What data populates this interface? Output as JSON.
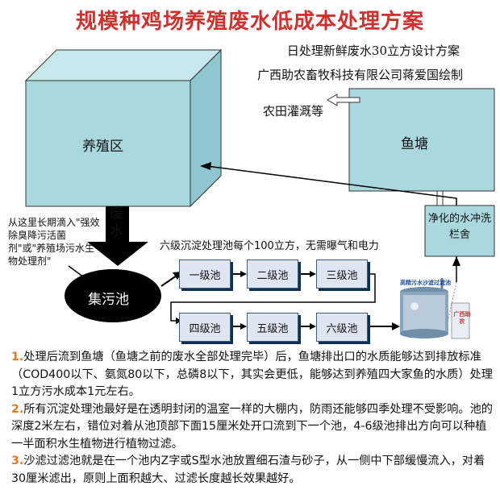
{
  "title": "规模种鸡场养殖废水低成本处理方案",
  "subtitle1": "日处理新鲜废水30立方设计方案",
  "subtitle2": "广西助农畜牧科技有限公司蒋爱国绘制",
  "farmland": "农田灌溉等",
  "breeding_area": "养殖区",
  "fish_pond": "鱼塘",
  "waste_water": "废水",
  "collection_pool": "集污池",
  "purified_water": "净化的水冲洗栏舍",
  "dosing_note": "从这里长期滴入\"强效除臭降污活菌剂\"或\"养殖场污水生物处理剂\"",
  "stage_note": "六级沉淀处理池每个100立方，无需曝气和电力",
  "pools": [
    "一级池",
    "二级池",
    "三级池",
    "四级池",
    "五级池",
    "六级池"
  ],
  "filter_label": "高精污水沙滤过滤池",
  "filter_brand": "广西助农",
  "colors": {
    "title": "#d0312d",
    "box": "#a9d8de",
    "accent": "#e07b20"
  },
  "notes": [
    {
      "num": "1.",
      "text": "处理后流到鱼塘（鱼塘之前的废水全部处理完毕）后，鱼塘排出口的水质能够达到排放标准（COD400以下、氨氮80以下，总磷8以下，其实会更低，能够达到养殖四大家鱼的水质）处理1立方污水成本1元左右。"
    },
    {
      "num": "2.",
      "text": "所有沉淀处理池最好是在透明封闭的温室一样的大棚内，防雨还能够四季处理不受影响。池的深度2米左右，错位对着从池顶部下面15厘米处开口流到下一个池，4-6级池排出方向可以种植一半面积水生植物进行植物过滤。"
    },
    {
      "num": "3.",
      "text": "沙滤过滤池就是在一个池内Z字或S型水池放置细石渣与砂子，从一侧中下部缓慢流入，对着30厘米滤出，原则上面积越大、过滤长度越长效果越好。"
    }
  ]
}
